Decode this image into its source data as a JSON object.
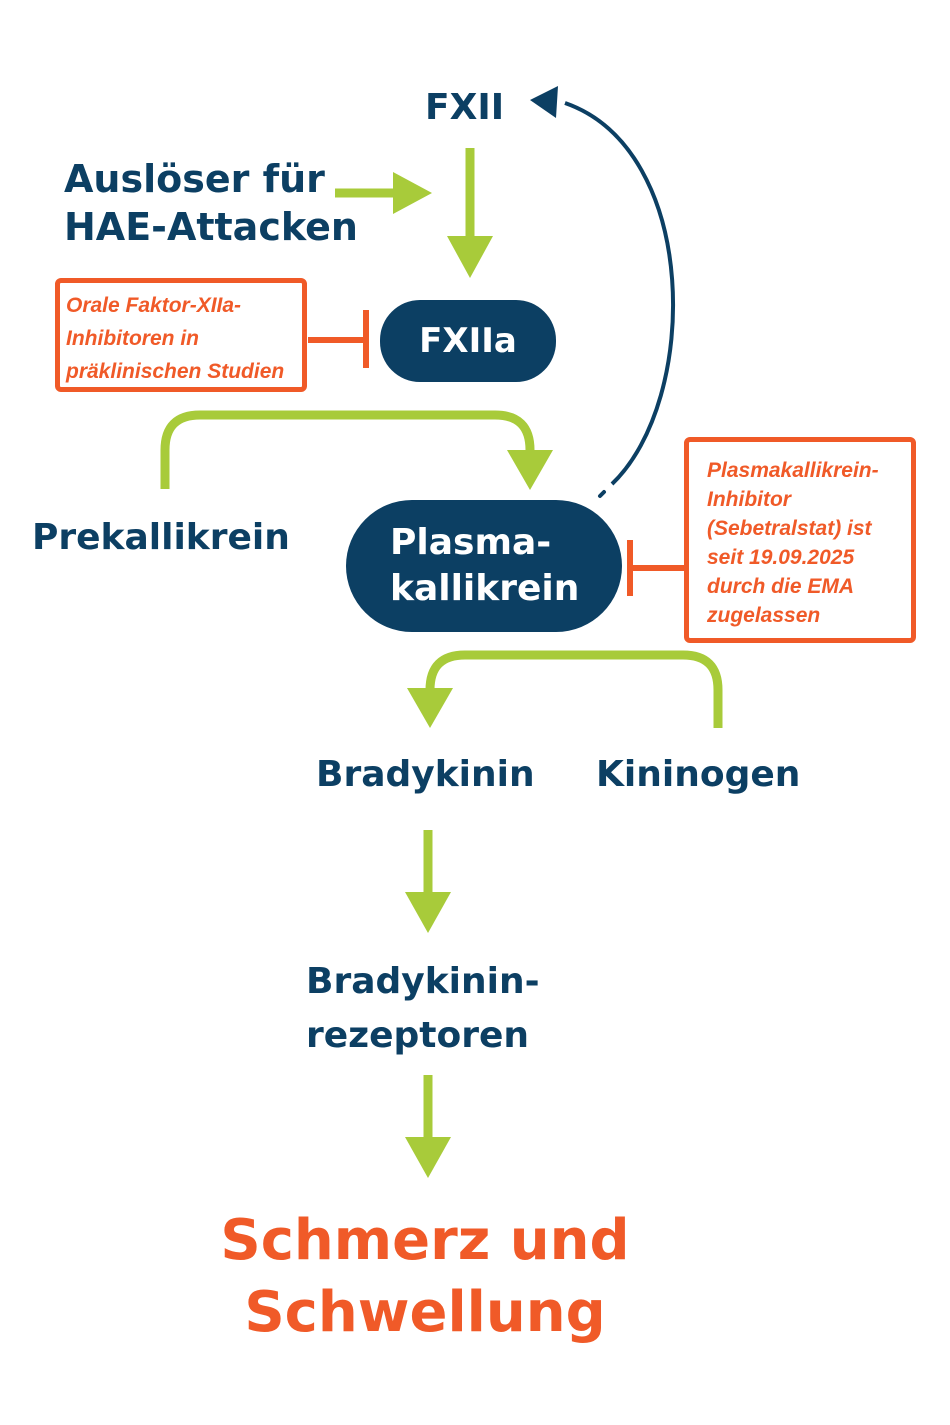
{
  "colors": {
    "navy": "#0c3f63",
    "green": "#a8cb3a",
    "orange": "#f05a28"
  },
  "nodes": {
    "fxii": "FXII",
    "trigger": [
      "Auslöser für",
      "HAE-Attacken"
    ],
    "fxiia": "FXIIa",
    "prekallikrein": "Prekallikrein",
    "plasmakallikrein": [
      "Plasma-",
      "kallikrein"
    ],
    "bradykinin": "Bradykinin",
    "kininogen": "Kininogen",
    "receptors": [
      "Bradykinin-",
      "rezeptoren"
    ],
    "outcome": [
      "Schmerz und",
      "Schwellung"
    ]
  },
  "notes": {
    "fxiia_inhibitor": [
      "Orale Faktor-XIIa-",
      "Inhibitoren in",
      "präklinischen Studien"
    ],
    "pk_inhibitor": [
      "Plasmakallikrein-",
      "Inhibitor",
      "(Sebetralstat) ist",
      "seit 19.09.2025",
      "durch die EMA",
      "zugelassen"
    ]
  },
  "edges": [
    {
      "from": "trigger",
      "to": "fxii-to-fxiia-path",
      "type": "activates"
    },
    {
      "from": "fxii",
      "to": "fxiia",
      "type": "activates"
    },
    {
      "from": "prekallikrein",
      "to": "plasmakallikrein",
      "type": "activates"
    },
    {
      "from": "plasmakallikrein",
      "to": "fxii",
      "type": "feedback"
    },
    {
      "from": "kininogen",
      "to": "bradykinin",
      "type": "activates"
    },
    {
      "from": "bradykinin",
      "to": "receptors",
      "type": "activates"
    },
    {
      "from": "receptors",
      "to": "outcome",
      "type": "activates"
    },
    {
      "from": "fxiia_inhibitor",
      "to": "fxiia",
      "type": "inhibits"
    },
    {
      "from": "pk_inhibitor",
      "to": "plasmakallikrein",
      "type": "inhibits"
    }
  ]
}
